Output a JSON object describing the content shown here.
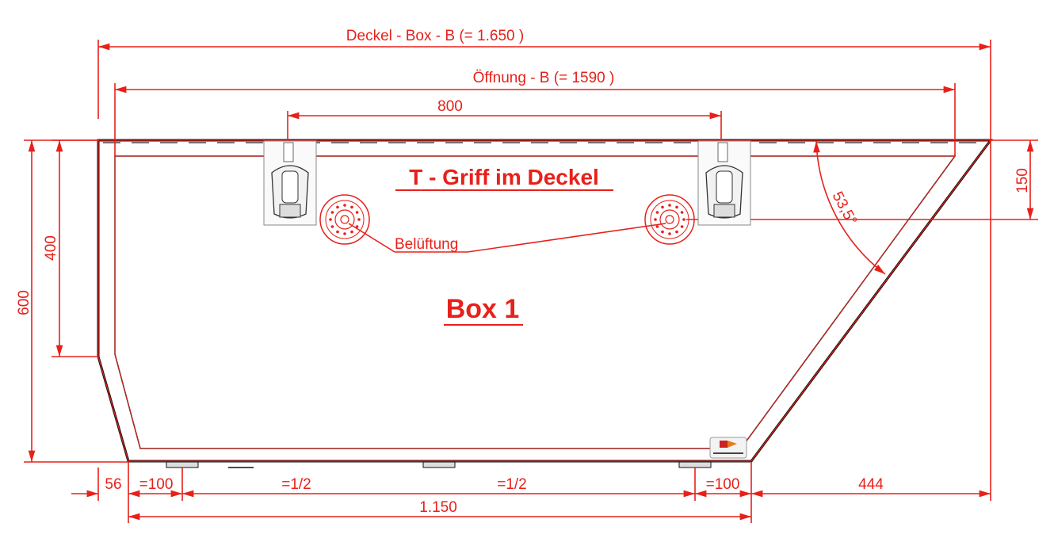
{
  "dimensions": {
    "deckel_width": "Deckel - Box - B (= 1.650 )",
    "opening_width": "Öffnung - B (= 1590 )",
    "handle_spacing": "800",
    "height_150": "150",
    "height_400": "400",
    "height_600": "600",
    "angle": "53,5°",
    "bottom_56": "56",
    "bottom_100_left": "=100",
    "bottom_half_left": "=1/2",
    "bottom_half_right": "=1/2",
    "bottom_100_right": "=100",
    "bottom_444": "444",
    "bottom_total": "1.150"
  },
  "labels": {
    "handle": "T - Griff im Deckel",
    "box": "Box 1",
    "vent": "Belüftung"
  },
  "colors": {
    "dimension": "#e8201a",
    "outline": "#111111"
  }
}
